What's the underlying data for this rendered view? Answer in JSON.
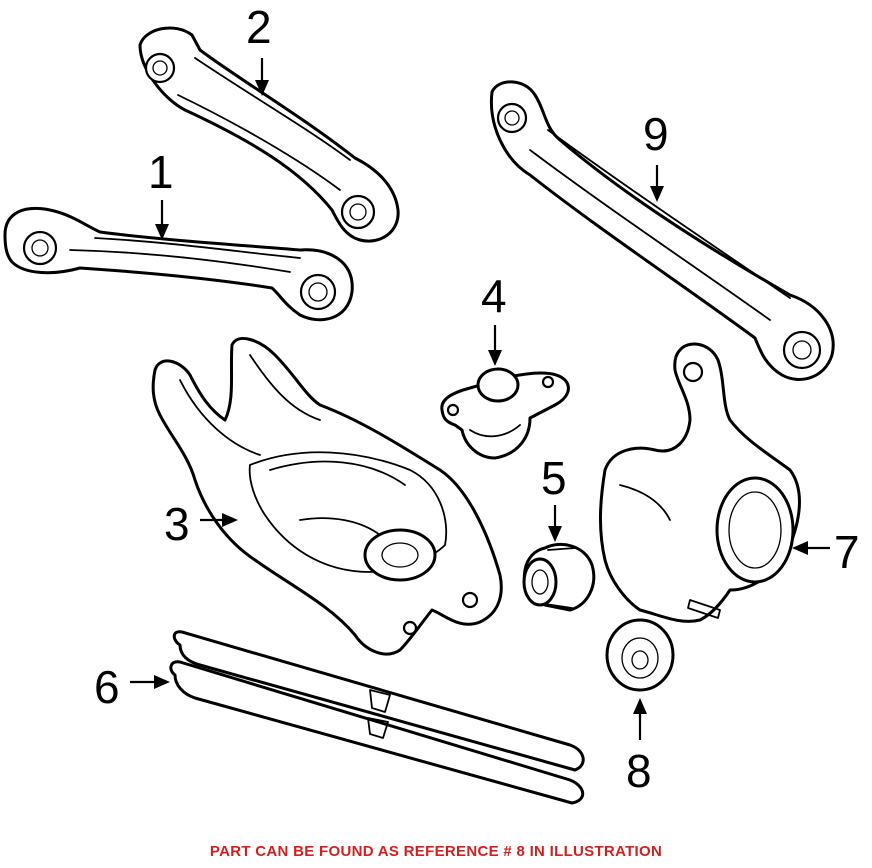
{
  "callouts": {
    "p1": "1",
    "p2": "2",
    "p3": "3",
    "p4": "4",
    "p5": "5",
    "p6": "6",
    "p7": "7",
    "p8": "8",
    "p9": "9"
  },
  "caption": "PART CAN BE FOUND AS REFERENCE # 8 IN ILLUSTRATION",
  "colors": {
    "caption": "#d21f1f",
    "lines": "#000000",
    "background": "#ffffff"
  }
}
